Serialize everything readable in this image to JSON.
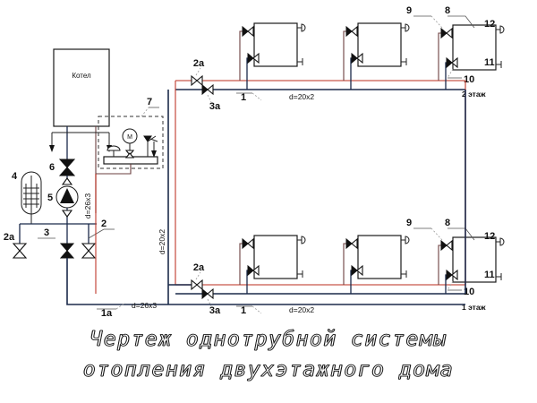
{
  "diagram": {
    "title": "Чертеж однотрубной системы отопления двухэтажного дома",
    "caption_lines": [
      "Чертеж однотрубной системы",
      "отопления двухэтажного дома"
    ],
    "colors": {
      "supply_pipe": "#c0392b",
      "return_pipe": "#1b2a4a",
      "branch_pipe": "#6b3f3f",
      "outline": "#1a1a1a",
      "background": "#ffffff"
    },
    "equipment": {
      "boiler_label": "Котел",
      "safety_group_tag": "7",
      "expansion_tank_tag": "4",
      "pump_tag": "5",
      "main_valve_tag": "6",
      "drain_valve_tag": "3",
      "shutoff_valve_tag": "2",
      "shutoff_valve_tag_a": "2a",
      "riser_valve_tag_a": "2a",
      "balance_valve_tag_a": "3a",
      "main_line_tag": "1a",
      "branch_line_tag": "1",
      "supply_valve_tag": "9",
      "radiator_tag": "8",
      "return_valve_tag": "10",
      "bottom_plug_tag": "11",
      "air_vent_tag": "12",
      "gauge_symbol": "M"
    },
    "pipe_dimensions": {
      "main_return": "d=26x3",
      "boiler_riser": "d=26x3",
      "main_riser": "d=20x2",
      "floor_branch_upper": "d=20x2",
      "floor_branch_lower": "d=20x2"
    },
    "floors": [
      {
        "name": "floor-2",
        "label": "2 этаж",
        "radiator_count": 3
      },
      {
        "name": "floor-1",
        "label": "1 этаж",
        "radiator_count": 3
      }
    ],
    "callouts_floor2": {
      "supply_valve": "9",
      "radiator": "8",
      "air_vent": "12",
      "bottom_plug": "11",
      "return_valve": "10",
      "branch": "1",
      "branch_dim": "d=20x2",
      "floor_label": "2 этаж",
      "riser_valve": "2a",
      "balance_valve": "3a"
    },
    "callouts_floor1": {
      "supply_valve": "9",
      "radiator": "8",
      "air_vent": "12",
      "bottom_plug": "11",
      "return_valve": "10",
      "branch": "1",
      "branch_dim": "d=20x2",
      "floor_label": "1 этаж",
      "riser_valve": "2a",
      "balance_valve": "3a"
    }
  }
}
